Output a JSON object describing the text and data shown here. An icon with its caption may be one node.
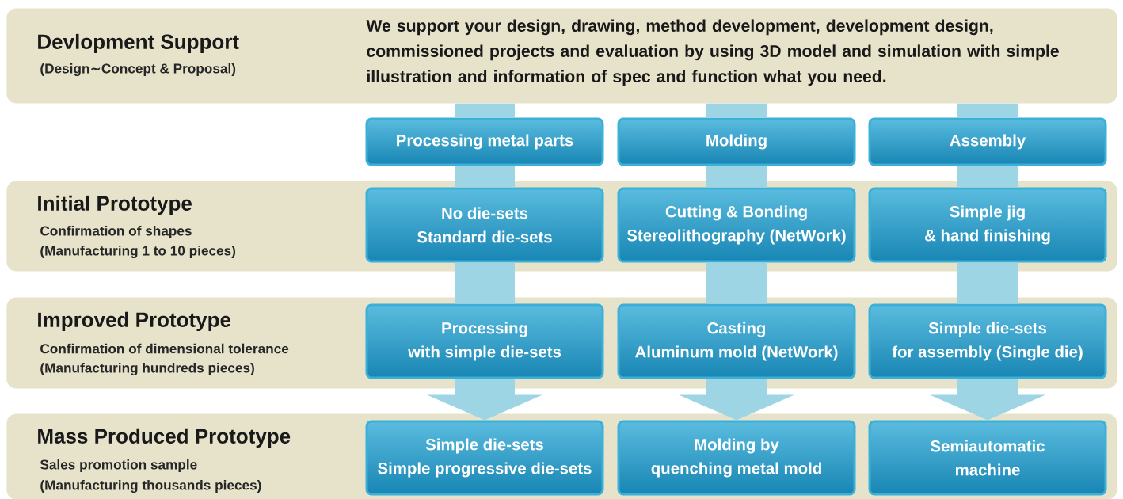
{
  "diagram": {
    "nodes": [
      {
        "text": [
          "Devlopment Support",
          "(Design∼Concept & Proposal)",
          "We support your design, drawing, method development, development design, commissioned projects and evaluation by using 3D model and simulation with simple illustration and information of spec and function what you need."
        ]
      },
      {
        "text": [
          "Processing metal parts"
        ]
      },
      {
        "text": [
          "Molding"
        ]
      },
      {
        "text": [
          "Assembly"
        ]
      },
      {
        "text": [
          "Initial Prototype",
          "Confirmation of shapes",
          "(Manufacturing 1 to 10 pieces)"
        ]
      },
      {
        "text": [
          "No die-sets",
          "Standard die-sets"
        ],
        "in": 4
      },
      {
        "text": [
          "Cutting & Bonding",
          "Stereolithography (NetWork)"
        ],
        "in": 4
      },
      {
        "text": [
          "Simple jig",
          "& hand finishing"
        ],
        "in": 4
      },
      {
        "text": [
          "Improved Prototype",
          "Confirmation of dimensional tolerance",
          "(Manufacturing hundreds pieces)"
        ]
      },
      {
        "text": [
          "Processing",
          "with simple die-sets"
        ],
        "in": 8
      },
      {
        "text": [
          "Casting",
          "Aluminum mold (NetWork)"
        ],
        "in": 8
      },
      {
        "text": [
          "Simple die-sets",
          "for assembly (Single die)"
        ],
        "in": 8
      },
      {
        "text": [
          "Mass Produced Prototype",
          "Sales promotion sample",
          "(Manufacturing thousands pieces)"
        ]
      },
      {
        "text": [
          "Simple die-sets",
          "Simple progressive die-sets"
        ],
        "in": 12
      },
      {
        "text": [
          "Molding by",
          "quenching metal mold"
        ],
        "in": 12
      },
      {
        "text": [
          "Semiautomatic",
          "machine"
        ],
        "in": 12
      }
    ],
    "edges": [
      {
        "from": 0,
        "to": 1,
        "arrow": "none"
      },
      {
        "from": 0,
        "to": 2,
        "arrow": "none"
      },
      {
        "from": 0,
        "to": 3,
        "arrow": "none"
      },
      {
        "from": 1,
        "to": 5,
        "arrow": "none"
      },
      {
        "from": 2,
        "to": 6,
        "arrow": "none"
      },
      {
        "from": 3,
        "to": 7,
        "arrow": "none"
      },
      {
        "from": 5,
        "to": 9,
        "arrow": "none"
      },
      {
        "from": 6,
        "to": 10,
        "arrow": "none"
      },
      {
        "from": 7,
        "to": 11,
        "arrow": "none"
      },
      {
        "from": 9,
        "to": 13,
        "arrow": "to"
      },
      {
        "from": 10,
        "to": 14,
        "arrow": "to"
      },
      {
        "from": 11,
        "to": 15,
        "arrow": "to"
      }
    ]
  }
}
